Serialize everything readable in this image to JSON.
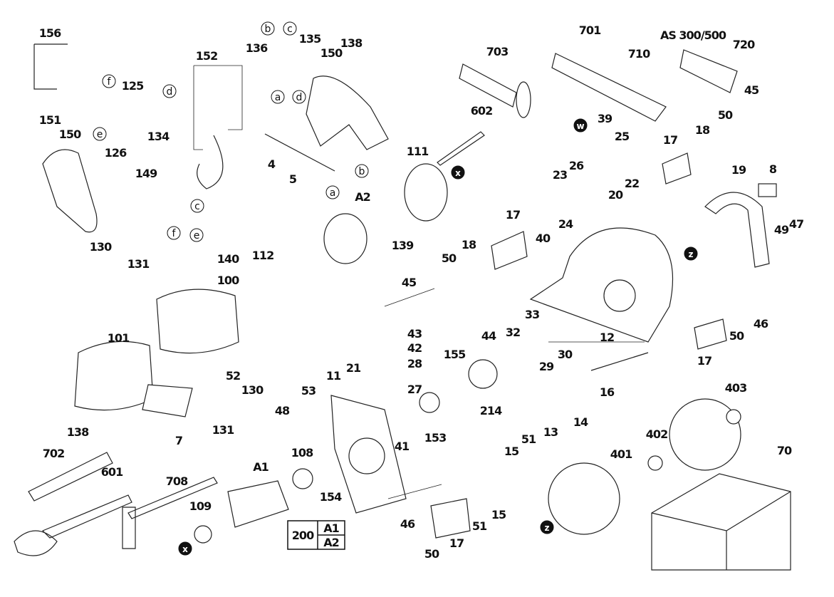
{
  "callouts": [
    {
      "text": "156",
      "kind": "num"
    },
    {
      "text": "b",
      "kind": "letter"
    },
    {
      "text": "c",
      "kind": "letter"
    },
    {
      "text": "135",
      "kind": "num"
    },
    {
      "text": "136",
      "kind": "num"
    },
    {
      "text": "138",
      "kind": "num"
    },
    {
      "text": "152",
      "kind": "num"
    },
    {
      "text": "150",
      "kind": "num"
    },
    {
      "text": "703",
      "kind": "num"
    },
    {
      "text": "701",
      "kind": "num"
    },
    {
      "text": "AS 300/500",
      "kind": "num"
    },
    {
      "text": "710",
      "kind": "num"
    },
    {
      "text": "720",
      "kind": "num"
    },
    {
      "text": "f",
      "kind": "letter"
    },
    {
      "text": "125",
      "kind": "num"
    },
    {
      "text": "d",
      "kind": "letter"
    },
    {
      "text": "a",
      "kind": "letter"
    },
    {
      "text": "d",
      "kind": "letter"
    },
    {
      "text": "602",
      "kind": "num"
    },
    {
      "text": "45",
      "kind": "num"
    },
    {
      "text": "w",
      "kind": "black"
    },
    {
      "text": "39",
      "kind": "num"
    },
    {
      "text": "25",
      "kind": "num"
    },
    {
      "text": "50",
      "kind": "num"
    },
    {
      "text": "18",
      "kind": "num"
    },
    {
      "text": "17",
      "kind": "num"
    },
    {
      "text": "151",
      "kind": "num"
    },
    {
      "text": "150",
      "kind": "num"
    },
    {
      "text": "e",
      "kind": "letter"
    },
    {
      "text": "134",
      "kind": "num"
    },
    {
      "text": "126",
      "kind": "num"
    },
    {
      "text": "111",
      "kind": "num"
    },
    {
      "text": "x",
      "kind": "black"
    },
    {
      "text": "23",
      "kind": "num"
    },
    {
      "text": "26",
      "kind": "num"
    },
    {
      "text": "22",
      "kind": "num"
    },
    {
      "text": "20",
      "kind": "num"
    },
    {
      "text": "19",
      "kind": "num"
    },
    {
      "text": "8",
      "kind": "num"
    },
    {
      "text": "4",
      "kind": "num"
    },
    {
      "text": "5",
      "kind": "num"
    },
    {
      "text": "b",
      "kind": "letter"
    },
    {
      "text": "149",
      "kind": "num"
    },
    {
      "text": "a",
      "kind": "letter"
    },
    {
      "text": "c",
      "kind": "letter"
    },
    {
      "text": "A2",
      "kind": "num"
    },
    {
      "text": "17",
      "kind": "num"
    },
    {
      "text": "40",
      "kind": "num"
    },
    {
      "text": "24",
      "kind": "num"
    },
    {
      "text": "z",
      "kind": "black"
    },
    {
      "text": "49",
      "kind": "num"
    },
    {
      "text": "47",
      "kind": "num"
    },
    {
      "text": "130",
      "kind": "num"
    },
    {
      "text": "f",
      "kind": "letter"
    },
    {
      "text": "e",
      "kind": "letter"
    },
    {
      "text": "140",
      "kind": "num"
    },
    {
      "text": "112",
      "kind": "num"
    },
    {
      "text": "139",
      "kind": "num"
    },
    {
      "text": "18",
      "kind": "num"
    },
    {
      "text": "50",
      "kind": "num"
    },
    {
      "text": "131",
      "kind": "num"
    },
    {
      "text": "100",
      "kind": "num"
    },
    {
      "text": "45",
      "kind": "num"
    },
    {
      "text": "33",
      "kind": "num"
    },
    {
      "text": "44",
      "kind": "num"
    },
    {
      "text": "32",
      "kind": "num"
    },
    {
      "text": "30",
      "kind": "num"
    },
    {
      "text": "12",
      "kind": "num"
    },
    {
      "text": "46",
      "kind": "num"
    },
    {
      "text": "50",
      "kind": "num"
    },
    {
      "text": "17",
      "kind": "num"
    },
    {
      "text": "43",
      "kind": "num"
    },
    {
      "text": "42",
      "kind": "num"
    },
    {
      "text": "28",
      "kind": "num"
    },
    {
      "text": "101",
      "kind": "num"
    },
    {
      "text": "155",
      "kind": "num"
    },
    {
      "text": "29",
      "kind": "num"
    },
    {
      "text": "16",
      "kind": "num"
    },
    {
      "text": "52",
      "kind": "num"
    },
    {
      "text": "11",
      "kind": "num"
    },
    {
      "text": "21",
      "kind": "num"
    },
    {
      "text": "27",
      "kind": "num"
    },
    {
      "text": "214",
      "kind": "num"
    },
    {
      "text": "14",
      "kind": "num"
    },
    {
      "text": "13",
      "kind": "num"
    },
    {
      "text": "130",
      "kind": "num"
    },
    {
      "text": "53",
      "kind": "num"
    },
    {
      "text": "153",
      "kind": "num"
    },
    {
      "text": "41",
      "kind": "num"
    },
    {
      "text": "51",
      "kind": "num"
    },
    {
      "text": "15",
      "kind": "num"
    },
    {
      "text": "403",
      "kind": "num"
    },
    {
      "text": "48",
      "kind": "num"
    },
    {
      "text": "131",
      "kind": "num"
    },
    {
      "text": "7",
      "kind": "num"
    },
    {
      "text": "138",
      "kind": "num"
    },
    {
      "text": "702",
      "kind": "num"
    },
    {
      "text": "601",
      "kind": "num"
    },
    {
      "text": "A1",
      "kind": "num"
    },
    {
      "text": "108",
      "kind": "num"
    },
    {
      "text": "154",
      "kind": "num"
    },
    {
      "text": "401",
      "kind": "num"
    },
    {
      "text": "402",
      "kind": "num"
    },
    {
      "text": "70",
      "kind": "num"
    },
    {
      "text": "708",
      "kind": "num"
    },
    {
      "text": "109",
      "kind": "num"
    },
    {
      "text": "x",
      "kind": "black"
    },
    {
      "text": "15",
      "kind": "num"
    },
    {
      "text": "51",
      "kind": "num"
    },
    {
      "text": "46",
      "kind": "num"
    },
    {
      "text": "17",
      "kind": "num"
    },
    {
      "text": "50",
      "kind": "num"
    },
    {
      "text": "z",
      "kind": "black"
    }
  ],
  "assembly_box": {
    "number": "200",
    "top": "A1",
    "bottom": "A2"
  }
}
